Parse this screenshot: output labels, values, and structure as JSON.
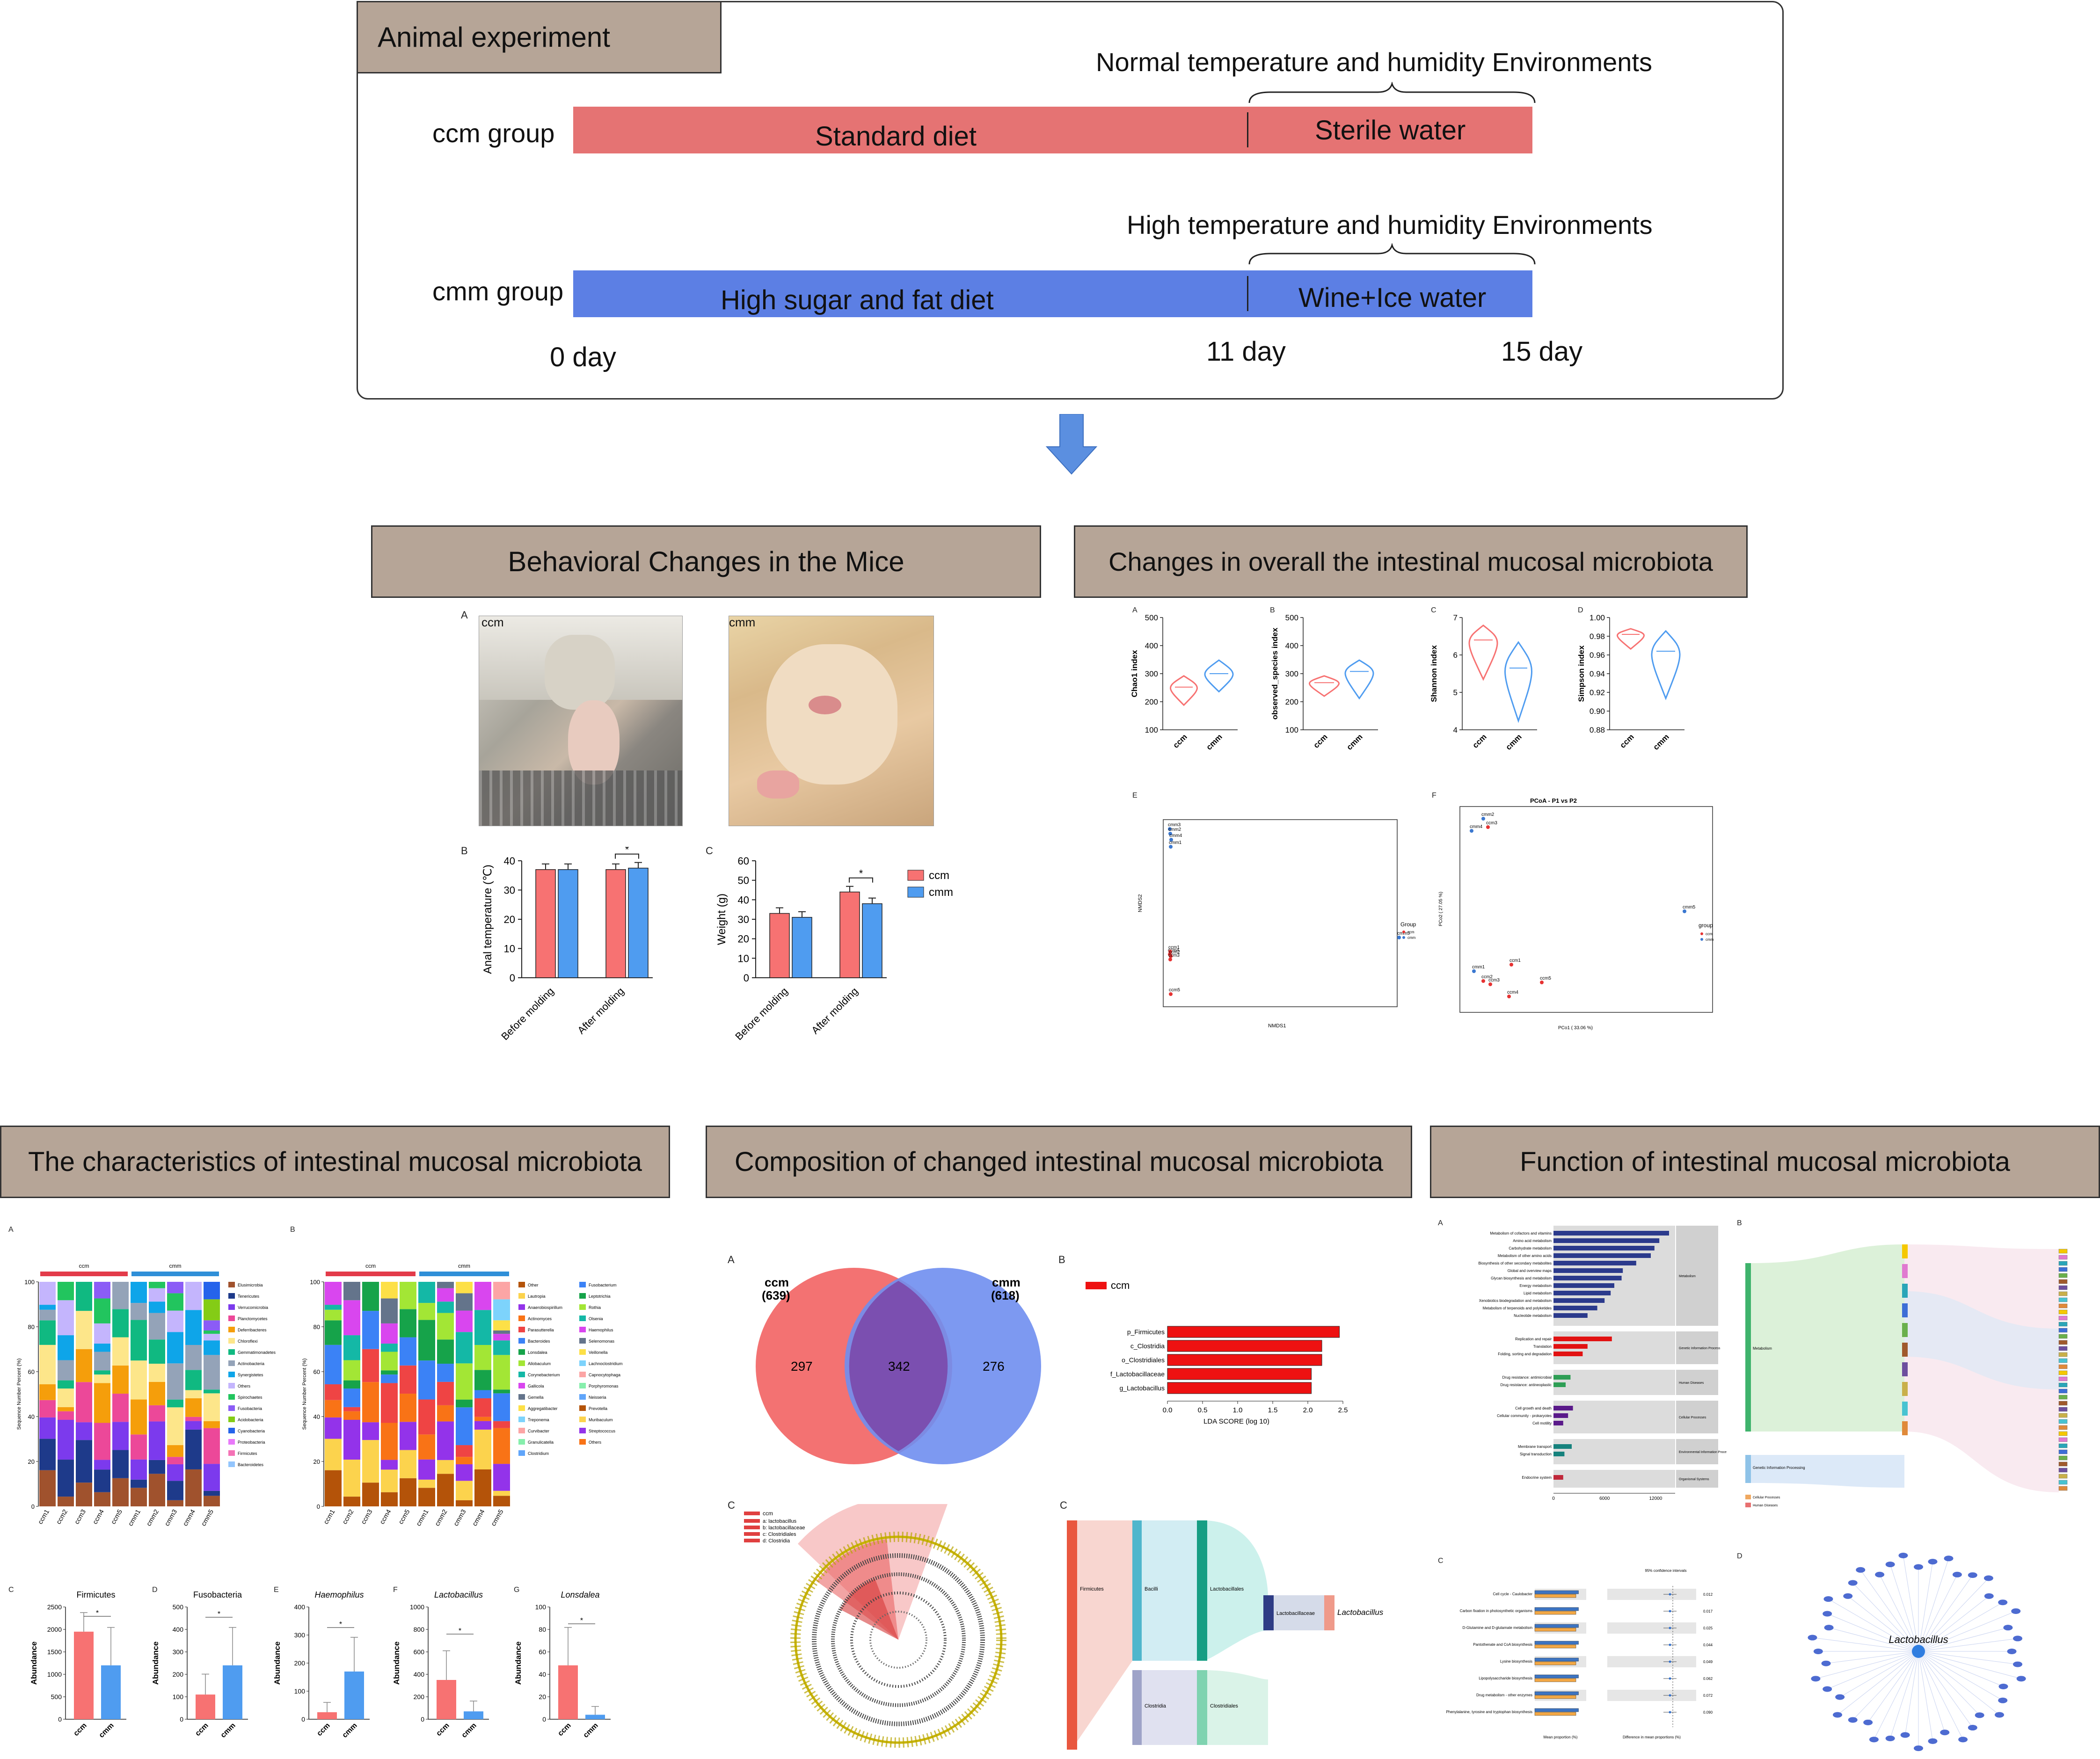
{
  "experiment": {
    "header": "Animal experiment",
    "normal_env": "Normal temperature and humidity Environments",
    "high_env": "High temperature and humidity Environments",
    "ccm_group": "ccm group",
    "cmm_group": "cmm group",
    "standard_diet": "Standard diet",
    "sterile_water": "Sterile water",
    "high_diet": "High sugar and fat diet",
    "wine_water": "Wine+Ice water",
    "day0": "0 day",
    "day11": "11 day",
    "day15": "15 day",
    "colors": {
      "ccm": "#e57373",
      "cmm": "#5c7fe4"
    }
  },
  "behavior": {
    "header": "Behavioral Changes in the Mice",
    "letter_a": "A",
    "letter_b": "B",
    "letter_c": "C",
    "photo_ccm": "ccm",
    "photo_cmm": "cmm"
  },
  "overall": {
    "header": "Changes in overall the intestinal mucosal microbiota",
    "letters": [
      "A",
      "B",
      "C",
      "D",
      "E",
      "F"
    ],
    "pcoa_title": "PCoA - P1 vs P2",
    "nmds_x": "NMDS1",
    "nmds_y": "NMDS2",
    "pcoa_x": "PCo1 ( 33.06 %)",
    "pcoa_y": "PCo2 ( 27.05 %)",
    "group_label": "Group",
    "group_label2": "group",
    "nmds_points": [
      "cmm3",
      "cmm2",
      "cmm4",
      "cmm1",
      "ccm4",
      "ccm1",
      "ccm2",
      "ccm3",
      "ccm5",
      "cmm5"
    ],
    "pcoa_points": [
      "cmm2",
      "ccm3",
      "cmm4",
      "cmm5",
      "ccm1",
      "cmm1",
      "ccm2",
      "ccm3",
      "ccm4",
      "ccm5"
    ]
  },
  "chart_data": [
    {
      "type": "bar",
      "id": "anal",
      "ylabel": "Anal temperature (℃)",
      "categories": [
        "Before molding",
        "After molding"
      ],
      "ylim": [
        0,
        40
      ],
      "yticks": [
        0,
        10,
        20,
        30,
        40
      ],
      "series": [
        {
          "name": "ccm",
          "values": [
            37,
            37
          ]
        },
        {
          "name": "cmm",
          "values": [
            37,
            37.5
          ]
        }
      ],
      "annotation": "*"
    },
    {
      "type": "bar",
      "id": "weight",
      "ylabel": "Weight (g)",
      "categories": [
        "Before molding",
        "After molding"
      ],
      "ylim": [
        0,
        60
      ],
      "yticks": [
        0,
        10,
        20,
        30,
        40,
        50,
        60
      ],
      "series": [
        {
          "name": "ccm",
          "values": [
            33,
            44
          ]
        },
        {
          "name": "cmm",
          "values": [
            31,
            38
          ]
        }
      ],
      "legend": [
        "ccm",
        "cmm"
      ],
      "annotation": "*"
    },
    {
      "type": "violin",
      "id": "chao1",
      "ylabel": "Chao1 index",
      "categories": [
        "ccm",
        "cmm"
      ],
      "yticks": [
        100,
        200,
        300,
        400,
        500
      ]
    },
    {
      "type": "violin",
      "id": "observed",
      "ylabel": "observed_species index",
      "categories": [
        "ccm",
        "cmm"
      ],
      "yticks": [
        100,
        200,
        300,
        400,
        500
      ]
    },
    {
      "type": "violin",
      "id": "shannon",
      "ylabel": "Shannon index",
      "categories": [
        "ccm",
        "cmm"
      ],
      "yticks": [
        4,
        5,
        6,
        7
      ]
    },
    {
      "type": "violin",
      "id": "simpson",
      "ylabel": "Simpson index",
      "categories": [
        "ccm",
        "cmm"
      ],
      "yticks": [
        "0.88",
        "0.90",
        "0.92",
        "0.94",
        "0.96",
        "0.98",
        "1.00"
      ]
    },
    {
      "type": "bar",
      "id": "firmicutes",
      "title": "Firmicutes",
      "ylabel": "Abundance",
      "categories": [
        "ccm",
        "cmm"
      ],
      "values": [
        1950,
        1200
      ],
      "ylim": [
        0,
        2500
      ],
      "yticks": [
        0,
        500,
        1000,
        1500,
        2000,
        2500
      ]
    },
    {
      "type": "bar",
      "id": "fusobacteria",
      "title": "Fusobacteria",
      "ylabel": "Abundance",
      "categories": [
        "ccm",
        "cmm"
      ],
      "values": [
        110,
        240
      ],
      "ylim": [
        0,
        500
      ],
      "yticks": [
        0,
        100,
        200,
        300,
        400,
        500
      ]
    },
    {
      "type": "bar",
      "id": "haemophilus",
      "title": "Haemophilus",
      "ylabel": "Abundance",
      "categories": [
        "ccm",
        "cmm"
      ],
      "values": [
        25,
        170
      ],
      "ylim": [
        0,
        400
      ],
      "yticks": [
        0,
        100,
        200,
        300,
        400
      ]
    },
    {
      "type": "bar",
      "id": "lactobacillus",
      "title": "Lactobacillus",
      "ylabel": "Abundance",
      "categories": [
        "ccm",
        "cmm"
      ],
      "values": [
        350,
        70
      ],
      "ylim": [
        0,
        1000
      ],
      "yticks": [
        0,
        200,
        400,
        600,
        800,
        1000
      ]
    },
    {
      "type": "bar",
      "id": "lonsdalea",
      "title": "Lonsdalea",
      "ylabel": "Abundance",
      "categories": [
        "ccm",
        "cmm"
      ],
      "values": [
        48,
        4
      ],
      "ylim": [
        0,
        100
      ],
      "yticks": [
        0,
        20,
        40,
        60,
        80,
        100
      ]
    },
    {
      "type": "bar",
      "id": "lefse",
      "xlabel": "LDA SCORE (log 10)",
      "categories": [
        "p_Firmicutes",
        "c_Clostridia",
        "o_Clostridiales",
        "f_Lactobacillaceae",
        "g_Lactobacillus"
      ],
      "values": [
        2.45,
        2.2,
        2.2,
        2.05,
        2.05
      ],
      "xticks": [
        "0.0",
        "0.5",
        "1.0",
        "1.5",
        "2.0",
        "2.5"
      ],
      "legend": [
        "ccm"
      ]
    }
  ],
  "characteristics": {
    "header": "The characteristics of intestinal mucosal microbiota",
    "letter_a": "A",
    "letter_b": "B",
    "letter_c": "C",
    "letter_d": "D",
    "letter_e": "E",
    "letter_f": "F",
    "letter_g": "G",
    "ylabel": "Sequence Number Percent (%)",
    "group_ccm": "ccm",
    "group_cmm": "cmm",
    "samples": [
      "ccm1",
      "ccm2",
      "ccm3",
      "ccm4",
      "ccm5",
      "cmm1",
      "cmm2",
      "cmm3",
      "cmm4",
      "cmm5"
    ],
    "phylum_legend": [
      "Elusimicrobia",
      "Tenericutes",
      "Verrucomicrobia",
      "Planctomycetes",
      "Deferribacteres",
      "Chloroflexi",
      "Gemmatimonadetes",
      "Actinobacteria",
      "Synergistetes",
      "Others",
      "Spirochaetes",
      "Fusobacteria",
      "Acidobacteria",
      "Cyanobacteria",
      "Proteobacteria",
      "Firmicutes",
      "Bacteroidetes"
    ],
    "genus_legend_1": [
      "Other",
      "Lautropia",
      "Anaerobiospirillum",
      "Actinomyces",
      "Parasutterella",
      "Bacteroides",
      "Lonsdalea",
      "Allobaculum",
      "Corynebacterium",
      "Gallicola",
      "Gemella",
      "Aggregatibacter",
      "Treponema",
      "Curvibacter",
      "Granulicatella",
      "Clostridium"
    ],
    "genus_legend_2": [
      "Fusobacterium",
      "Leptotrichia",
      "Rothia",
      "Olsenia",
      "Haemophilus",
      "Selenomonas",
      "Veillonella",
      "Lachnoclostridium",
      "Capnocytophaga",
      "Porphyromonas",
      "Neisseria",
      "Prevotella",
      "Muribaculum",
      "Streptococcus",
      "Others"
    ]
  },
  "composition": {
    "header": "Composition of changed intestinal mucosal microbiota",
    "letter_a": "A",
    "letter_b": "B",
    "letter_c": "C",
    "letter_c2": "C",
    "venn_ccm": "ccm",
    "venn_ccm_n": "(639)",
    "venn_cmm": "cmm",
    "venn_cmm_n": "(618)",
    "venn_left": "297",
    "venn_mid": "342",
    "venn_right": "276",
    "clado_legend": [
      "ccm",
      "a: lactobacillus",
      "b: lactobacillaceae",
      "c: Clostridiales",
      "d: Clostridia"
    ],
    "sankey_labels": [
      "Firmicutes",
      "Bacilli",
      "Clostridia",
      "Lactobacillales",
      "Clostridiales",
      "Lactobacillaceae",
      "Lactobacillus"
    ]
  },
  "function": {
    "header": "Function of intestinal mucosal microbiota",
    "letter_a": "A",
    "letter_b": "B",
    "letter_c": "C",
    "letter_d": "D",
    "kegg_pathways": [
      "Metabolism of cofactors and vitamins",
      "Amino acid metabolism",
      "Carbohydrate metabolism",
      "Metabolism of other amino acids",
      "Biosynthesis of other secondary metabolites",
      "Global and overview maps",
      "Glycan biosynthesis and metabolism",
      "Energy metabolism",
      "Lipid metabolism",
      "Xenobiotics biodegradation and metabolism",
      "Metabolism of terpenoids and polyketides",
      "Nucleotide metabolism",
      "Replication and repair",
      "Translation",
      "Folding, sorting and degradation",
      "Drug resistance: antimicrobial",
      "Drug resistance: antineoplastic",
      "Cell growth and death",
      "Cellular community - prokaryotes",
      "Cell motility",
      "Membrane transport",
      "Signal transduction",
      "Endocrine system"
    ],
    "kegg_cats": [
      "Metabolism",
      "Genetic Information Process",
      "Human Diseases",
      "Cellular Processes",
      "Environmental Information Proce",
      "Organismal Systems"
    ],
    "kegg_x": [
      "0",
      "6000",
      "12000"
    ],
    "stamp_rows": [
      "Cell cycle - Caulobacter",
      "Carbon fixation in photosynthetic organisms",
      "D-Glutamine and D-glutamate metabolism",
      "Pantothenate and CoA biosynthesis",
      "Lysine biosynthesis",
      "Lipopolysaccharide biosynthesis",
      "Drug metabolism - other enzymes",
      "Phenylalanine, tyrosine and tryptophan biosynthesis"
    ],
    "stamp_p": [
      "0.012",
      "0.017",
      "0.025",
      "0.044",
      "0.049",
      "0.062",
      "0.072",
      "0.090"
    ],
    "stamp_x1": "Mean proportion (%)",
    "stamp_x2": "Difference in mean proportions (%)",
    "stamp_ci": "95% confidence intervals",
    "network_center": "Lactobacillus",
    "sankey_left": [
      "Metabolism",
      "Genetic Information Processing",
      "Cellular Processes",
      "Human Diseases"
    ]
  }
}
